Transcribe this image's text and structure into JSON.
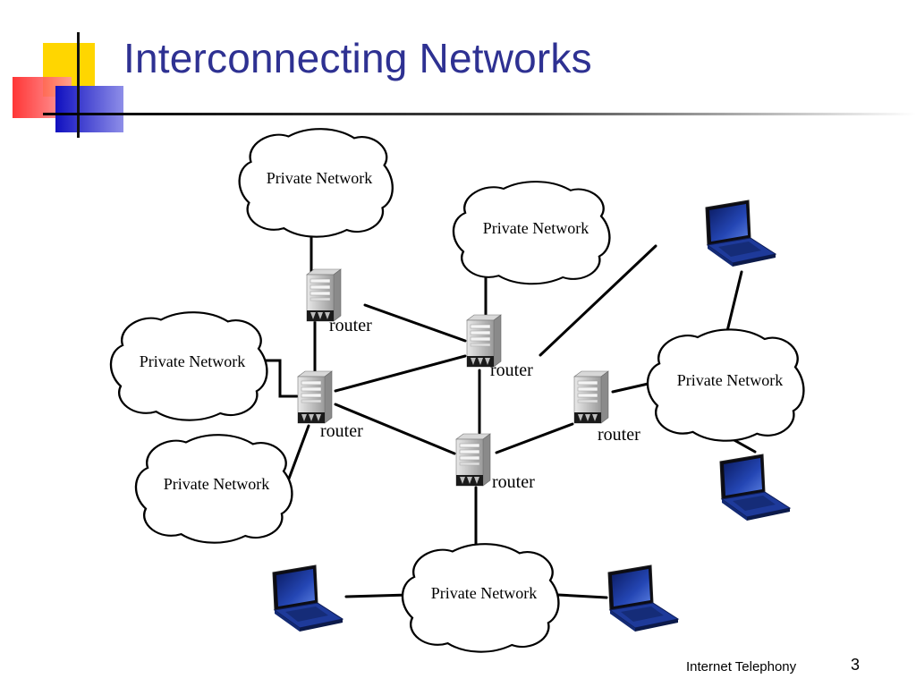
{
  "slide": {
    "title": "Interconnecting Networks",
    "footer": "Internet Telephony",
    "page_number": "3"
  },
  "colors": {
    "title": "#2e3192",
    "deco_yellow": "#ffd600",
    "deco_red": "#ff3b3b",
    "deco_blue": "#1c1cc8",
    "laptop_screen": "#1b3fa8"
  },
  "diagram": {
    "clouds": [
      {
        "id": "cloud-top",
        "label": "Private Network"
      },
      {
        "id": "cloud-top-center",
        "label": "Private Network"
      },
      {
        "id": "cloud-left-upper",
        "label": "Private Network"
      },
      {
        "id": "cloud-left-lower",
        "label": "Private Network"
      },
      {
        "id": "cloud-right",
        "label": "Private Network"
      },
      {
        "id": "cloud-bottom",
        "label": "Private Network"
      }
    ],
    "routers": [
      {
        "id": "router-top-left",
        "label": "router"
      },
      {
        "id": "router-center",
        "label": "router"
      },
      {
        "id": "router-left",
        "label": "router"
      },
      {
        "id": "router-right",
        "label": "router"
      },
      {
        "id": "router-bottom",
        "label": "router"
      }
    ],
    "laptops": [
      {
        "id": "laptop-top-right",
        "icon": "laptop-icon"
      },
      {
        "id": "laptop-right",
        "icon": "laptop-icon"
      },
      {
        "id": "laptop-bottom-left",
        "icon": "laptop-icon"
      },
      {
        "id": "laptop-bottom-right",
        "icon": "laptop-icon"
      }
    ]
  }
}
